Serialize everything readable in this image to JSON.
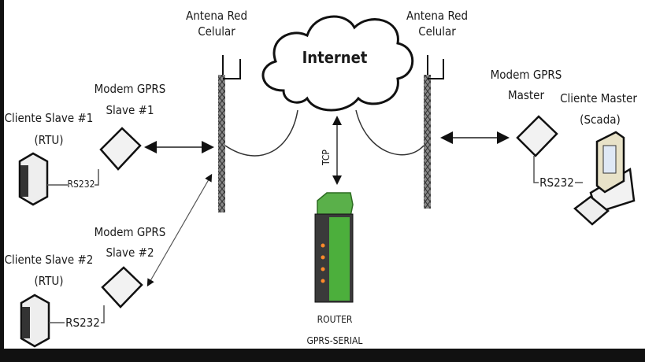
{
  "antenna_left": {
    "line1": "Antena Red",
    "line2": "Celular"
  },
  "antenna_right": {
    "line1": "Antena Red",
    "line2": "Celular"
  },
  "cloud": {
    "label": "Internet"
  },
  "tcp_label": "TCP",
  "router": {
    "line1": "ROUTER",
    "line2": "GPRS-SERIAL"
  },
  "slave1": {
    "client_line1": "Cliente Slave #1",
    "client_line2": "(RTU)",
    "modem_line1": "Modem GPRS",
    "modem_line2": "Slave #1",
    "link": "RS232"
  },
  "slave2": {
    "client_line1": "Cliente Slave #2",
    "client_line2": "(RTU)",
    "modem_line1": "Modem GPRS",
    "modem_line2": "Slave #2",
    "link": "RS232"
  },
  "master": {
    "modem_line1": "Modem GPRS",
    "modem_line2": "Master",
    "client_line1": "Cliente Master",
    "client_line2": "(Scada)",
    "link": "RS232"
  }
}
